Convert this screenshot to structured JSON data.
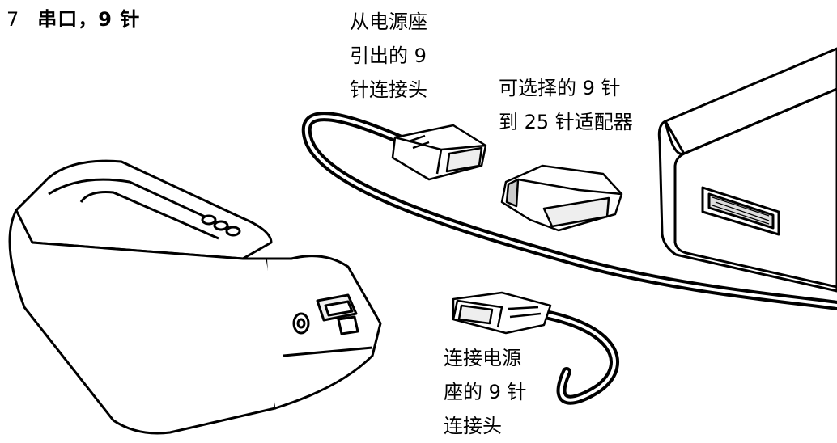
{
  "heading": {
    "number": "7",
    "text": "串口，9 针"
  },
  "labels": {
    "power_connector": [
      "从电源座",
      "引出的 9",
      "针连接头"
    ],
    "adapter": [
      "可选择的 9 针",
      "到 25 针适配器"
    ],
    "cradle_connector": [
      "连接电源",
      "座的 9 针",
      "连接头"
    ]
  }
}
